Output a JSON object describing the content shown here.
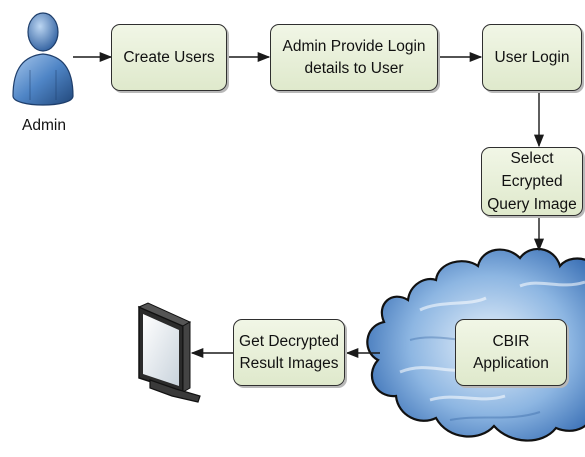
{
  "nodes": {
    "admin_label": "Admin",
    "create_users": "Create Users",
    "admin_provide": "Admin Provide Login\ndetails to User",
    "user_login": "User Login",
    "select_query": "Select\nEcrypted\nQuery Image",
    "cbir": "CBIR\nApplication",
    "get_decrypted": "Get Decrypted\nResult Images"
  },
  "icons": {
    "admin": "person-icon",
    "monitor": "monitor-icon",
    "cloud": "cloud-icon"
  },
  "colors": {
    "box_fill": "#e6eed6",
    "person_blue": "#3f74b8",
    "cloud_blue": "#6b9bd2",
    "line": "#1a1a1a"
  }
}
